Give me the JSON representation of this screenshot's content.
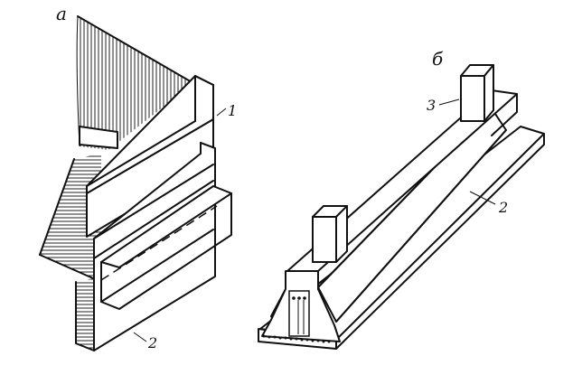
{
  "figure": {
    "panel_a": {
      "letter": "а",
      "labels": [
        {
          "id": "1",
          "text": "1"
        },
        {
          "id": "2",
          "text": "2"
        }
      ]
    },
    "panel_b": {
      "letter": "б",
      "labels": [
        {
          "id": "3",
          "text": "3"
        },
        {
          "id": "2",
          "text": "2"
        }
      ]
    }
  }
}
